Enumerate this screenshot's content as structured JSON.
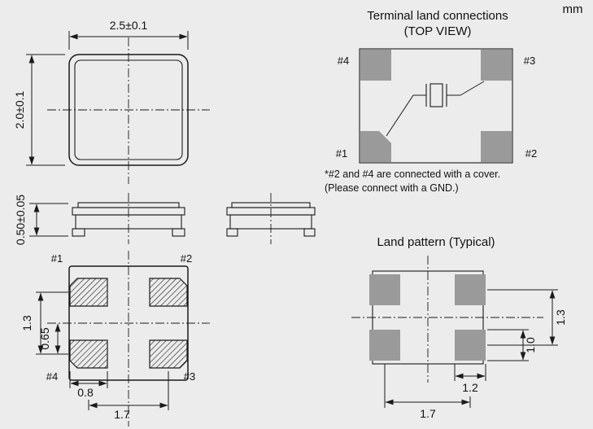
{
  "unit": "mm",
  "top_view": {
    "dim_width": "2.5±0.1",
    "dim_height": "2.0±0.1"
  },
  "side_view": {
    "dim_height": "0.50±0.05"
  },
  "bottom_view": {
    "pads": {
      "p1": "#1",
      "p2": "#2",
      "p3": "#3",
      "p4": "#4"
    },
    "dims": {
      "row_pitch": "1.3",
      "half_pitch": "0.65",
      "pad_width": "0.8",
      "col_pitch": "1.7"
    }
  },
  "terminal": {
    "title_line1": "Terminal land connections",
    "title_line2": "(TOP VIEW)",
    "pads": {
      "p1": "#1",
      "p2": "#2",
      "p3": "#3",
      "p4": "#4"
    },
    "note_line1": "*#2 and #4 are connected with a cover.",
    "note_line2": "(Please connect with a GND.)"
  },
  "land_pattern": {
    "title": "Land pattern (Typical)",
    "dims": {
      "row_pitch": "1.3",
      "pad_height": "1.0",
      "pad_width": "1.2",
      "col_pitch": "1.7"
    }
  },
  "colors": {
    "background": "#ececec",
    "line": "#1a1a1a",
    "pad_gray": "#9a9a9a"
  }
}
